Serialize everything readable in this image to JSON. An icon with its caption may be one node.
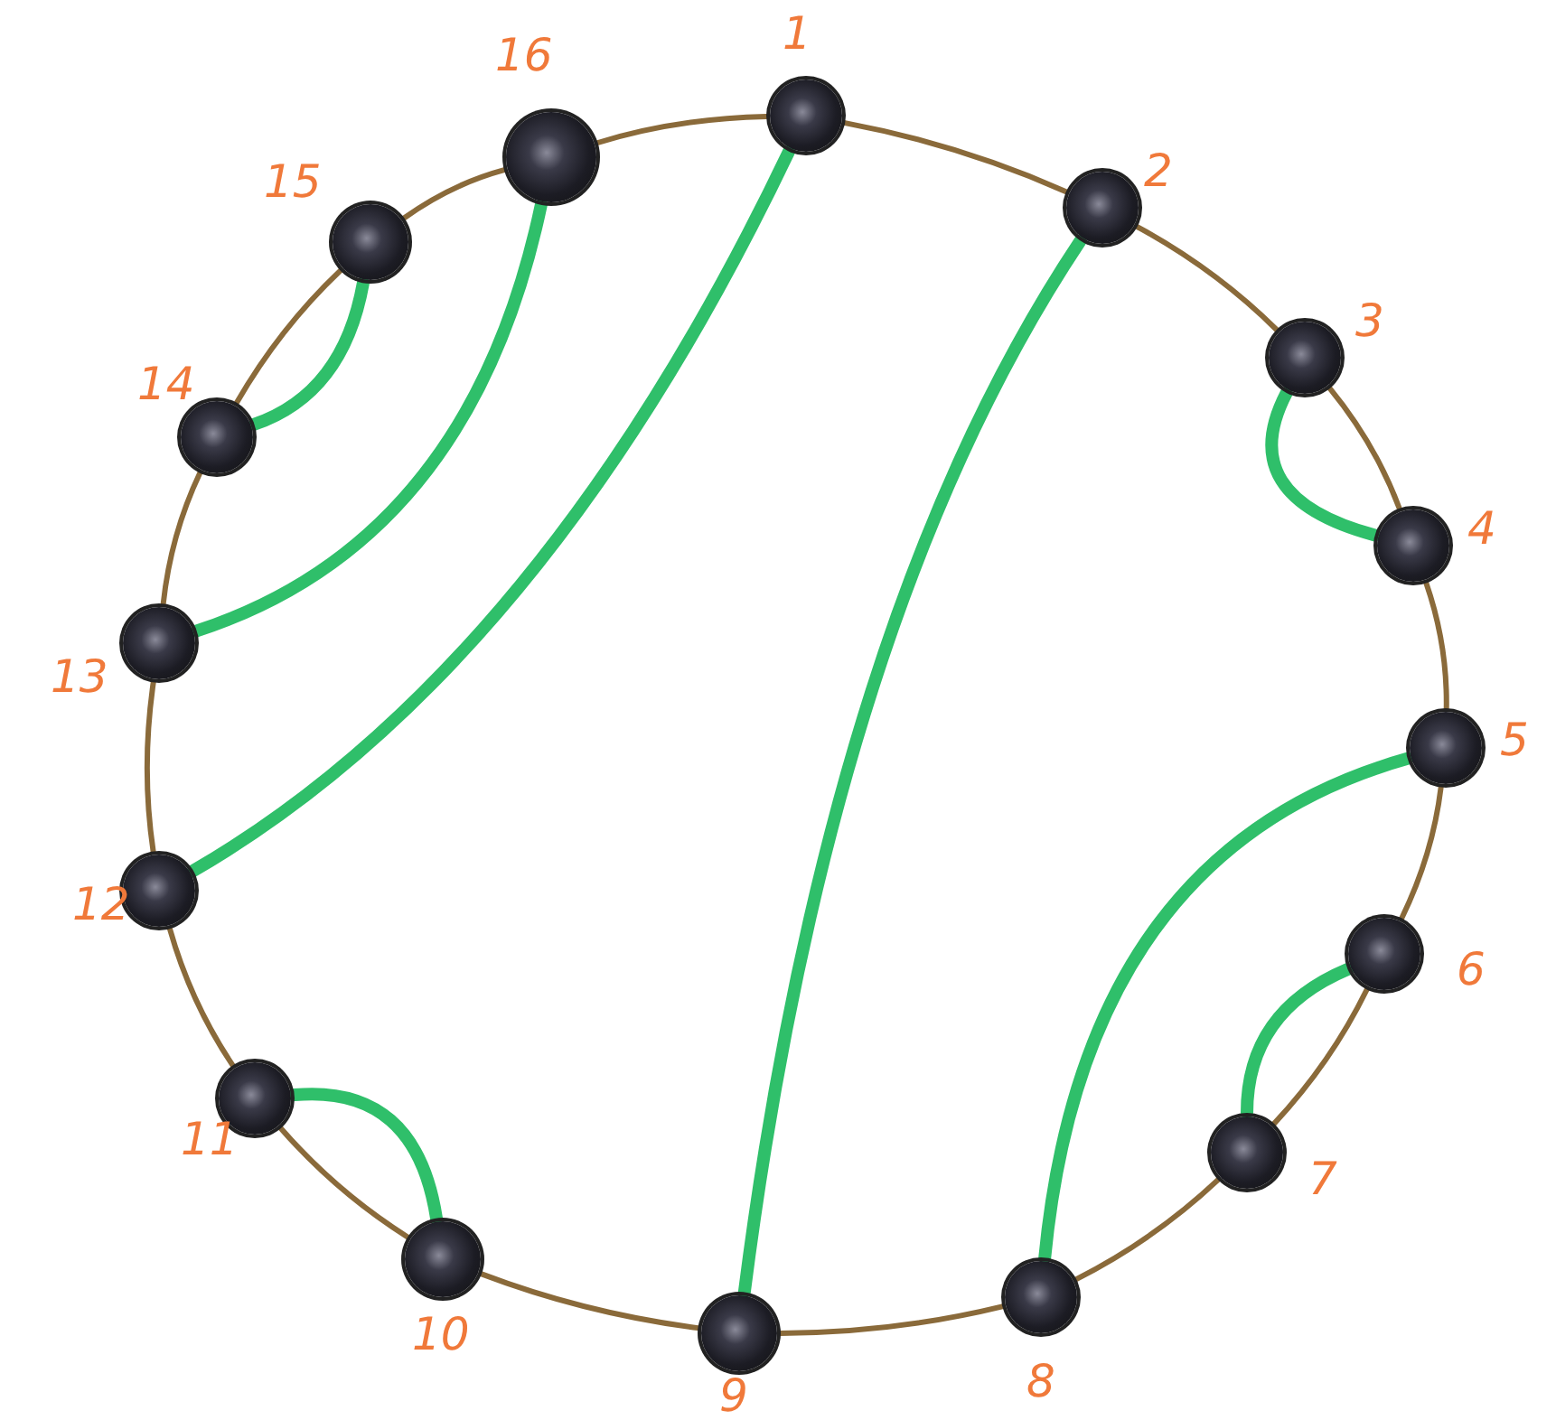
{
  "diagram": {
    "nodes": [
      {
        "text": [],
        "shape": "circle",
        "beside": [
          "1"
        ]
      },
      {
        "text": [],
        "shape": "circle",
        "beside": [
          "2"
        ]
      },
      {
        "text": [],
        "shape": "circle",
        "beside": [
          "3"
        ]
      },
      {
        "text": [],
        "shape": "circle",
        "beside": [
          "4"
        ]
      },
      {
        "text": [],
        "shape": "circle",
        "beside": [
          "5"
        ]
      },
      {
        "text": [],
        "shape": "circle",
        "beside": [
          "6"
        ]
      },
      {
        "text": [],
        "shape": "circle",
        "beside": [
          "7"
        ]
      },
      {
        "text": [],
        "shape": "circle",
        "beside": [
          "8"
        ]
      },
      {
        "text": [],
        "shape": "circle",
        "beside": [
          "9"
        ]
      },
      {
        "text": [],
        "shape": "circle",
        "beside": [
          "10"
        ]
      },
      {
        "text": [],
        "shape": "circle",
        "beside": [
          "11"
        ]
      },
      {
        "text": [],
        "shape": "circle",
        "beside": [
          "12"
        ]
      },
      {
        "text": [],
        "shape": "circle",
        "beside": [
          "13"
        ]
      },
      {
        "text": [],
        "shape": "circle",
        "beside": [
          "14"
        ]
      },
      {
        "text": [],
        "shape": "circle",
        "beside": [
          "15"
        ]
      },
      {
        "text": [],
        "shape": "circle",
        "beside": [
          "16"
        ]
      }
    ],
    "edges": [
      {
        "from": 0,
        "to": 1,
        "arrow": "none"
      },
      {
        "from": 1,
        "to": 2,
        "arrow": "none"
      },
      {
        "from": 2,
        "to": 3,
        "arrow": "none"
      },
      {
        "from": 3,
        "to": 4,
        "arrow": "none"
      },
      {
        "from": 4,
        "to": 5,
        "arrow": "none"
      },
      {
        "from": 5,
        "to": 6,
        "arrow": "none"
      },
      {
        "from": 6,
        "to": 7,
        "arrow": "none"
      },
      {
        "from": 7,
        "to": 8,
        "arrow": "none"
      },
      {
        "from": 8,
        "to": 9,
        "arrow": "none"
      },
      {
        "from": 9,
        "to": 10,
        "arrow": "none"
      },
      {
        "from": 10,
        "to": 11,
        "arrow": "none"
      },
      {
        "from": 11,
        "to": 12,
        "arrow": "none"
      },
      {
        "from": 12,
        "to": 13,
        "arrow": "none"
      },
      {
        "from": 13,
        "to": 14,
        "arrow": "none"
      },
      {
        "from": 14,
        "to": 15,
        "arrow": "none"
      },
      {
        "from": 15,
        "to": 0,
        "arrow": "none"
      },
      {
        "from": 0,
        "to": 11,
        "arrow": "none",
        "style": "thick",
        "color": "#2fbf6a"
      },
      {
        "from": 1,
        "to": 8,
        "arrow": "none",
        "style": "thick",
        "color": "#2fbf6a"
      },
      {
        "from": 15,
        "to": 12,
        "arrow": "none",
        "style": "thick",
        "color": "#2fbf6a"
      },
      {
        "from": 14,
        "to": 13,
        "arrow": "none",
        "style": "thick",
        "color": "#2fbf6a"
      },
      {
        "from": 2,
        "to": 3,
        "arrow": "none",
        "style": "thick",
        "color": "#2fbf6a"
      },
      {
        "from": 4,
        "to": 7,
        "arrow": "none",
        "style": "thick",
        "color": "#2fbf6a"
      },
      {
        "from": 5,
        "to": 6,
        "arrow": "none",
        "style": "thick",
        "color": "#2fbf6a"
      },
      {
        "from": 10,
        "to": 9,
        "arrow": "none",
        "style": "thick",
        "color": "#2fbf6a"
      }
    ]
  }
}
